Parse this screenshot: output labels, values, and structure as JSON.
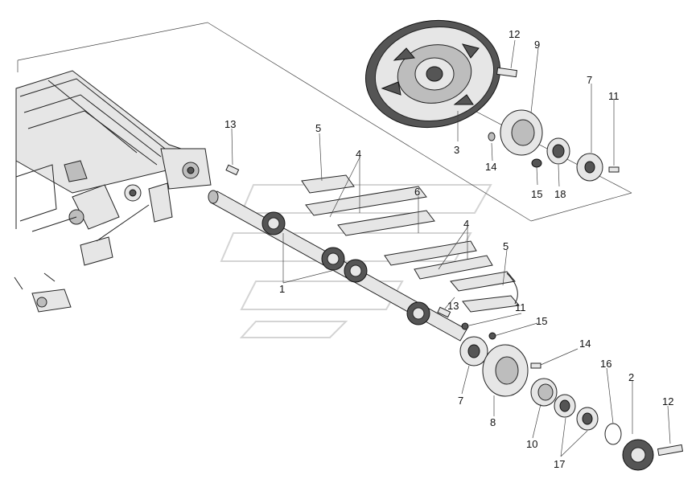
{
  "callouts": [
    {
      "id": "c1",
      "text": "1"
    },
    {
      "id": "c2",
      "text": "2"
    },
    {
      "id": "c3",
      "text": "3"
    },
    {
      "id": "c4a",
      "text": "4"
    },
    {
      "id": "c4b",
      "text": "4"
    },
    {
      "id": "c5a",
      "text": "5"
    },
    {
      "id": "c5b",
      "text": "5"
    },
    {
      "id": "c6",
      "text": "6"
    },
    {
      "id": "c7a",
      "text": "7"
    },
    {
      "id": "c7b",
      "text": "7"
    },
    {
      "id": "c8",
      "text": "8"
    },
    {
      "id": "c9",
      "text": "9"
    },
    {
      "id": "c10",
      "text": "10"
    },
    {
      "id": "c11a",
      "text": "11"
    },
    {
      "id": "c11b",
      "text": "11"
    },
    {
      "id": "c12a",
      "text": "12"
    },
    {
      "id": "c12b",
      "text": "12"
    },
    {
      "id": "c13a",
      "text": "13"
    },
    {
      "id": "c13b",
      "text": "13"
    },
    {
      "id": "c14a",
      "text": "14"
    },
    {
      "id": "c14b",
      "text": "14"
    },
    {
      "id": "c15a",
      "text": "15"
    },
    {
      "id": "c15b",
      "text": "15"
    },
    {
      "id": "c16",
      "text": "16"
    },
    {
      "id": "c17",
      "text": "17"
    },
    {
      "id": "c18",
      "text": "18"
    }
  ]
}
